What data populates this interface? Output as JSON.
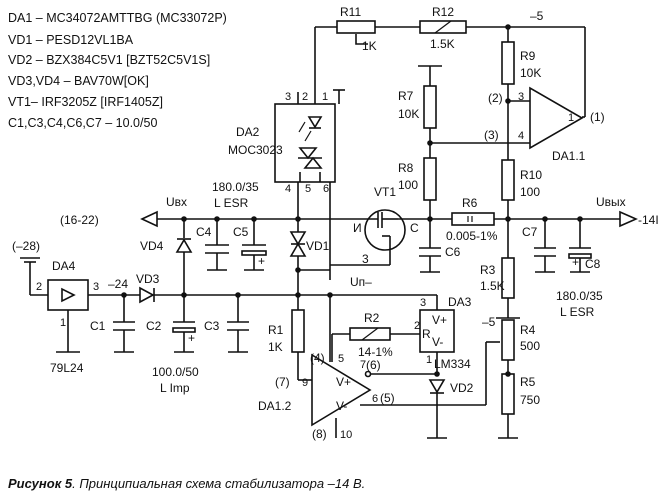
{
  "notes": [
    "DA1 – MC34072AMTTBG (MC33072P)",
    "VD1 – PESD12VL1BA",
    "VD2 – BZX384C5V1 [BZT52C5V1S]",
    "VD3,VD4 – BAV70W[OK]",
    "VT1– IRF3205Z [IRF1405Z]",
    "C1,C3,C4,C6,C7 – 10.0/50"
  ],
  "caption": {
    "bold": "Рисунок 5",
    "rest": ". Принципиальная схема стабилизатора –14 В."
  },
  "labels": {
    "r11": "R11",
    "r11_val": "1K",
    "r12": "R12",
    "r12_val": "1.5K",
    "neg5_top": "–5",
    "r9": "R9",
    "r9_val": "10K",
    "r7": "R7",
    "r7_val": "10K",
    "r8": "R8",
    "r8_val": "100",
    "r10": "R10",
    "r10_val": "100",
    "da2": "DA2",
    "da2_part": "MOC3023",
    "da1_1": "DA1.1",
    "pin2": "(2)",
    "pin3": "(3)",
    "pin1": "(1)",
    "pin_in_plus": "3",
    "pin_in_minus": "4",
    "pin_out": "1",
    "uin": "Uвх",
    "uin_cap": "180.0/35",
    "uin_esr": "L ESR",
    "in_range": "(16-22)",
    "c4": "C4",
    "c5": "C5",
    "vt1": "VT1",
    "vt_i": "И",
    "vt_c": "С",
    "vd1": "VD1",
    "vd4": "VD4",
    "vd3": "VD3",
    "r6": "R6",
    "r6_val": "0.005-1%",
    "c6": "C6",
    "c7": "C7",
    "c8": "C8",
    "uout": "Uвых",
    "out_val": "-14I",
    "neg28": "(–28)",
    "da4": "DA4",
    "da4_part": "79L24",
    "neg24": "–24",
    "c1": "C1",
    "c2": "C2",
    "c3": "C3",
    "c2_val": "100.0/50",
    "c2_type": "L Imp",
    "up": "Uп–",
    "r1": "R1",
    "r1_val": "1K",
    "r2": "R2",
    "r2_val": "14-1%",
    "da3": "DA3",
    "da3_part": "LM334",
    "r3": "R3",
    "r3_val": "1.5K",
    "r4": "R4",
    "r4_val": "500",
    "r5": "R5",
    "r5_val": "750",
    "neg5_r4": "–5",
    "c8_val": "180.0/35",
    "c8_type": "L ESR",
    "da1_2": "DA1.2",
    "vd2": "VD2",
    "v_plus": "V+",
    "v_minus": "V-",
    "da3_r": "R"
  }
}
